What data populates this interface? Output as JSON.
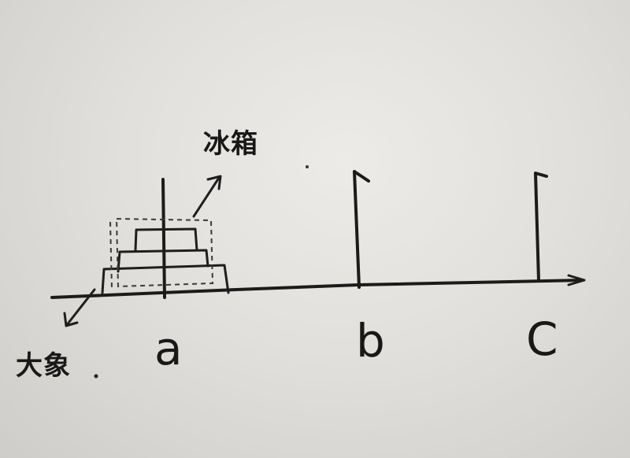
{
  "pegs": [
    {
      "label": "a"
    },
    {
      "label": "b"
    },
    {
      "label": "C"
    }
  ],
  "annotations": {
    "top_label": "冰箱",
    "bottom_label": "大象"
  }
}
